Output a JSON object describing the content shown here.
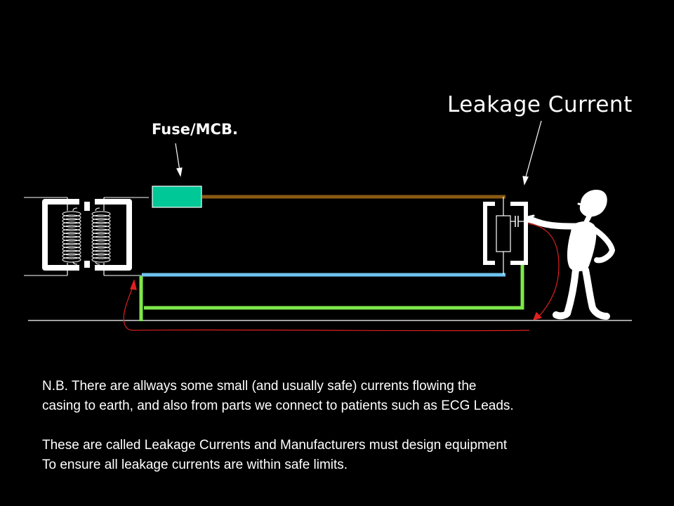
{
  "labels": {
    "leakage_current": "Leakage Current",
    "fuse": "Fuse/MCB."
  },
  "notes": {
    "paragraph1_line1": "N.B. There are allways some small (and usually safe) currents flowing the",
    "paragraph1_line2": "casing to earth, and also from parts we connect to patients such as ECG Leads.",
    "paragraph2_line1": "These are called Leakage Currents and Manufacturers must design equipment",
    "paragraph2_line2": "To ensure all leakage currents are within safe limits."
  },
  "colors": {
    "background": "#000000",
    "live_wire": "#8a5a14",
    "neutral_wire": "#6ec3f0",
    "earth_wire": "#7ee84a",
    "fuse": "#00c896",
    "leakage_path": "#e02020",
    "structure": "#ffffff"
  }
}
